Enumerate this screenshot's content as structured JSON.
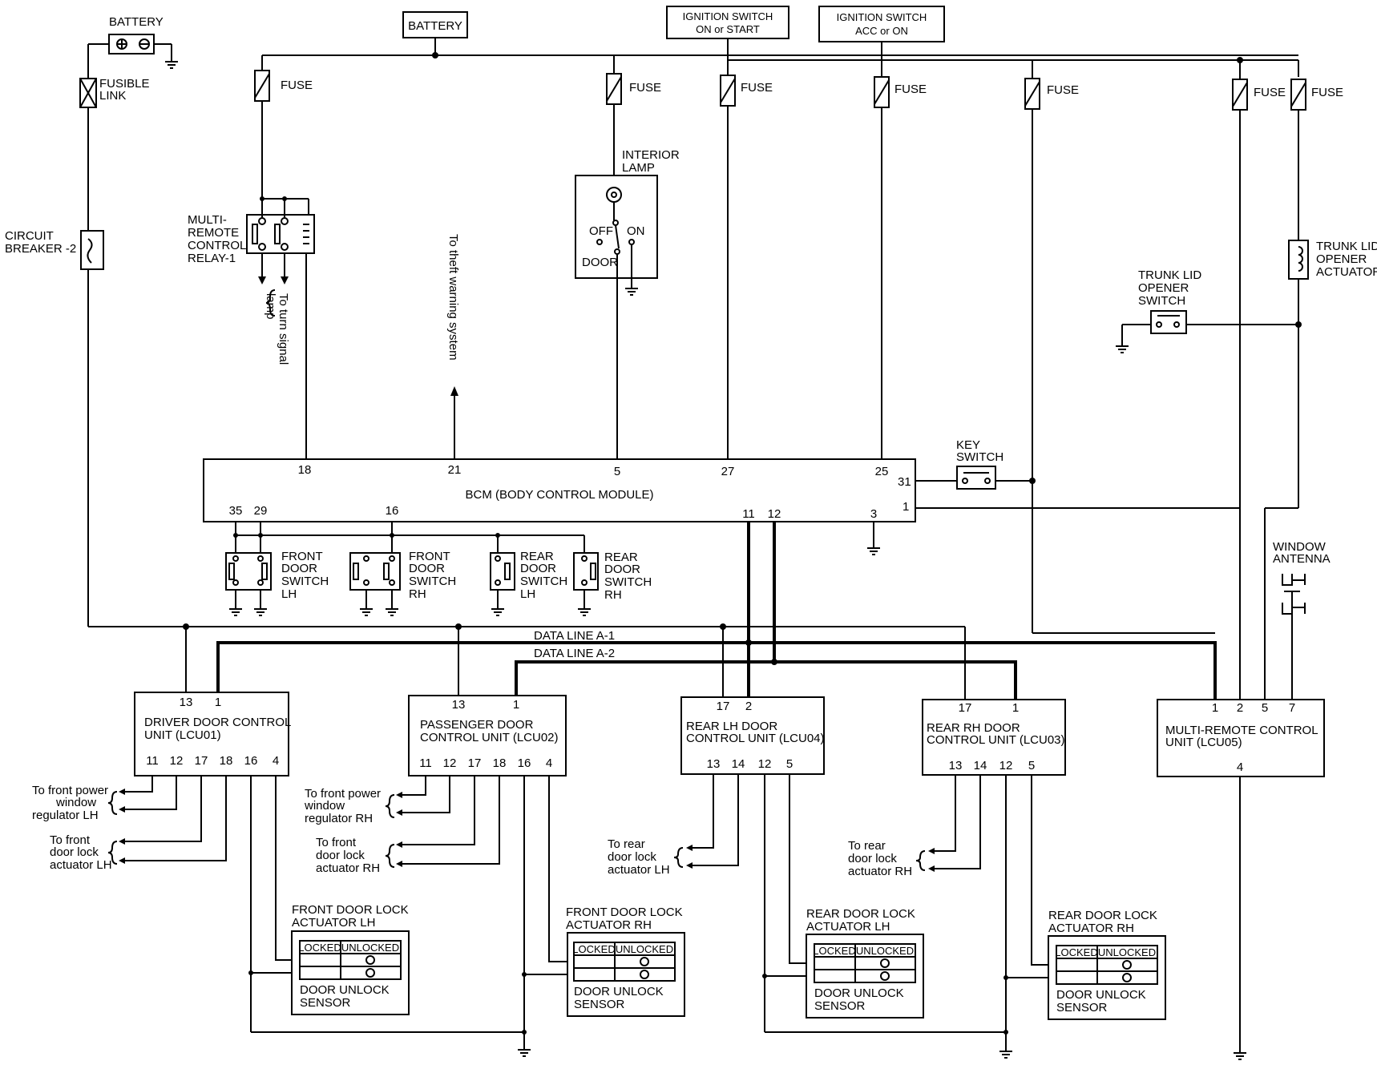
{
  "power": {
    "battery_left": "BATTERY",
    "fusible_link": [
      "FUSIBLE",
      "LINK"
    ],
    "circuit_breaker": [
      "CIRCUIT",
      "BREAKER -2"
    ],
    "battery_top": "BATTERY",
    "ign_on_start": [
      "IGNITION SWITCH",
      "ON or START"
    ],
    "ign_acc_on": [
      "IGNITION SWITCH",
      "ACC or ON"
    ],
    "fuse": "FUSE"
  },
  "relay": {
    "label": [
      "MULTI-",
      "REMOTE",
      "CONTROL",
      "RELAY-1"
    ],
    "to_turn": [
      "To turn signal",
      "lamp"
    ]
  },
  "theft": "To theft warning system",
  "lamp": {
    "label": [
      "INTERIOR",
      "LAMP"
    ],
    "off": "OFF",
    "on": "ON",
    "door": "DOOR"
  },
  "trunk": {
    "switch": [
      "TRUNK LID",
      "OPENER",
      "SWITCH"
    ],
    "actuator": [
      "TRUNK LID",
      "OPENER",
      "ACTUATOR"
    ]
  },
  "bcm": {
    "label": "BCM (BODY CONTROL MODULE)",
    "top_pins": [
      "18",
      "21",
      "5",
      "27",
      "25"
    ],
    "pin31": "31",
    "pin1": "1",
    "bottom_pins": [
      "35",
      "29",
      "16",
      "11",
      "12",
      "3"
    ]
  },
  "key_switch": [
    "KEY",
    "SWITCH"
  ],
  "door_switches": [
    [
      "FRONT",
      "DOOR",
      "SWITCH",
      "LH"
    ],
    [
      "FRONT",
      "DOOR",
      "SWITCH",
      "RH"
    ],
    [
      "REAR",
      "DOOR",
      "SWITCH",
      "LH"
    ],
    [
      "REAR",
      "DOOR",
      "SWITCH",
      "RH"
    ]
  ],
  "antenna": [
    "WINDOW",
    "ANTENNA"
  ],
  "data_lines": [
    "DATA LINE A-1",
    "DATA LINE A-2"
  ],
  "units": [
    {
      "name": [
        "DRIVER DOOR CONTROL",
        "UNIT (LCU01)"
      ],
      "top": [
        "13",
        "1"
      ],
      "bottom": [
        "11",
        "12",
        "17",
        "18",
        "16",
        "4"
      ]
    },
    {
      "name": [
        "PASSENGER DOOR",
        "CONTROL UNIT (LCU02)"
      ],
      "top": [
        "13",
        "1"
      ],
      "bottom": [
        "11",
        "12",
        "17",
        "18",
        "16",
        "4"
      ]
    },
    {
      "name": [
        "REAR LH DOOR",
        "CONTROL UNIT (LCU04)"
      ],
      "top": [
        "17",
        "2"
      ],
      "bottom": [
        "13",
        "14",
        "12",
        "5"
      ]
    },
    {
      "name": [
        "REAR RH DOOR",
        "CONTROL UNIT (LCU03)"
      ],
      "top": [
        "17",
        "1"
      ],
      "bottom": [
        "13",
        "14",
        "12",
        "5"
      ]
    },
    {
      "name": [
        "MULTI-REMOTE CONTROL",
        "UNIT (LCU05)"
      ],
      "top": [
        "1",
        "2",
        "5",
        "7"
      ],
      "bottom": [
        "4"
      ]
    }
  ],
  "destinations": {
    "fpw_lh": [
      "To front power",
      "window",
      "regulator LH"
    ],
    "fdl_lh": [
      "To front",
      "door lock",
      "actuator LH"
    ],
    "fpw_rh": [
      "To front power",
      "window",
      "regulator RH"
    ],
    "fdl_rh": [
      "To front",
      "door lock",
      "actuator RH"
    ],
    "rdl_lh": [
      "To rear",
      "door lock",
      "actuator LH"
    ],
    "rdl_rh": [
      "To rear",
      "door lock",
      "actuator RH"
    ]
  },
  "actuators": [
    {
      "title": [
        "FRONT DOOR LOCK",
        "ACTUATOR LH"
      ]
    },
    {
      "title": [
        "FRONT DOOR LOCK",
        "ACTUATOR RH"
      ]
    },
    {
      "title": [
        "REAR DOOR LOCK",
        "ACTUATOR LH"
      ]
    },
    {
      "title": [
        "REAR DOOR LOCK",
        "ACTUATOR RH"
      ]
    }
  ],
  "actuator_common": {
    "locked": "LOCKED",
    "unlocked": "UNLOCKED",
    "sensor": [
      "DOOR UNLOCK",
      "SENSOR"
    ]
  }
}
